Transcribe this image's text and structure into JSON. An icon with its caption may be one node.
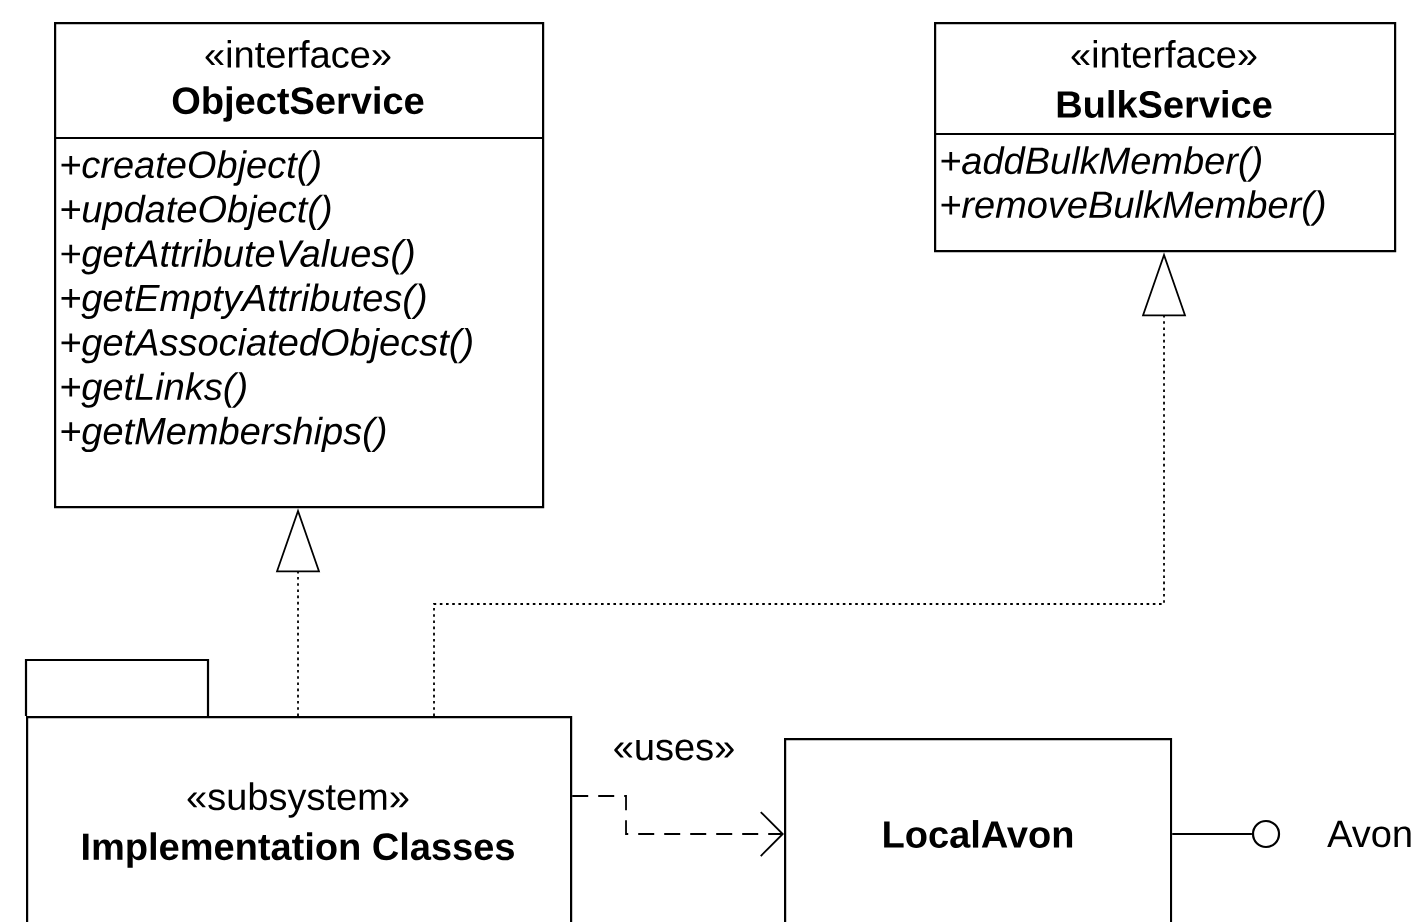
{
  "diagram": {
    "nodes": [
      {
        "text": [
          "«interface»",
          "ObjectService",
          "+createObject()",
          "+updateObject()",
          "+getAttributeValues()",
          "+getEmptyAttributes()",
          "+getAssociatedObjecst()",
          "+getLinks()",
          "+getMemberships()"
        ]
      },
      {
        "text": [
          "«interface»",
          "BulkService",
          "+addBulkMember()",
          "+removeBulkMember()"
        ]
      },
      {
        "text": [
          "«subsystem»",
          "Implementation Classes"
        ]
      },
      {
        "text": [
          "LocalAvon"
        ]
      },
      {
        "text": [],
        "shape": "circle",
        "beside": [
          "Avon"
        ]
      }
    ],
    "edges": [
      {
        "from": 2,
        "to": 0,
        "arrow": "to",
        "style": "dashed"
      },
      {
        "from": 2,
        "to": 1,
        "arrow": "to",
        "style": "dashed"
      },
      {
        "from": 2,
        "to": 3,
        "arrow": "to",
        "style": "dashed",
        "label": "«uses»"
      },
      {
        "from": 3,
        "to": 4,
        "arrow": "none"
      }
    ]
  }
}
